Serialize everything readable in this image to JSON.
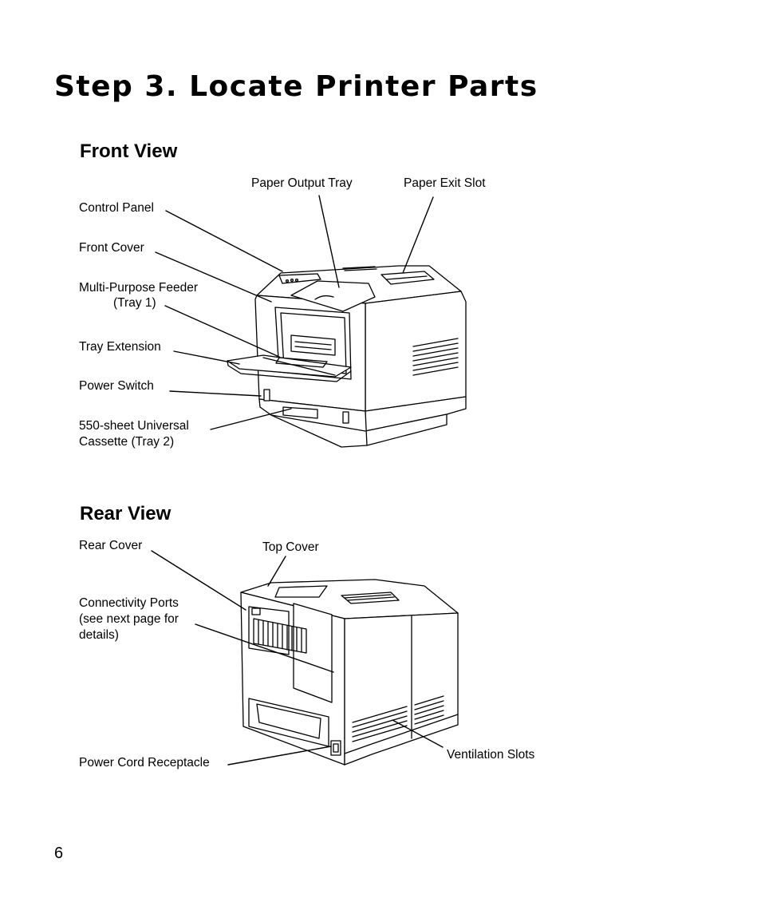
{
  "page": {
    "title": "Step 3. Locate Printer Parts",
    "page_number": "6"
  },
  "front_view": {
    "heading": "Front View",
    "labels": {
      "paper_output_tray": "Paper Output Tray",
      "paper_exit_slot": "Paper Exit Slot",
      "control_panel": "Control Panel",
      "front_cover": "Front Cover",
      "mp_feeder_line1": "Multi-Purpose Feeder",
      "mp_feeder_line2": "(Tray 1)",
      "tray_extension": "Tray Extension",
      "power_switch": "Power Switch",
      "cassette_line1": "550-sheet Universal",
      "cassette_line2": "Cassette (Tray 2)"
    }
  },
  "rear_view": {
    "heading": "Rear View",
    "labels": {
      "rear_cover": "Rear Cover",
      "top_cover": "Top Cover",
      "ports_line1": "Connectivity Ports",
      "ports_line2": "(see next page for",
      "ports_line3": "details)",
      "power_cord": "Power Cord Receptacle",
      "ventilation": "Ventilation Slots"
    }
  }
}
